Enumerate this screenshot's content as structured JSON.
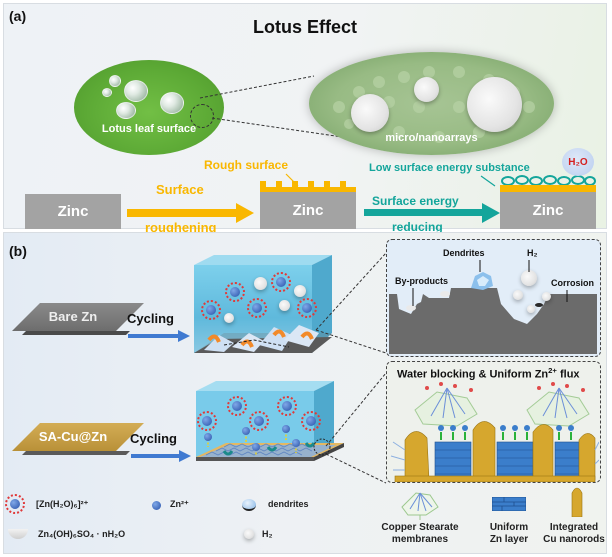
{
  "panel_a": {
    "label": "(a)",
    "title": "Lotus Effect",
    "leaf_caption": "Lotus leaf surface",
    "nano_caption": "micro/nanoarrays",
    "zinc_labels": [
      "Zinc",
      "Zinc",
      "Zinc"
    ],
    "step1": {
      "line1": "Surface",
      "line2": "roughening",
      "annotation": "Rough surface"
    },
    "step2": {
      "line1": "Surface energy",
      "line2": "reducing",
      "annotation": "Low surface energy substance"
    },
    "water_bubble": "H₂O",
    "colors": {
      "orange": "#f9b700",
      "teal": "#14a59b",
      "zinc": "#a3a3a3"
    }
  },
  "panel_b": {
    "label": "(b)",
    "bare": {
      "plate_label": "Bare Zn",
      "arrow_label": "Cycling"
    },
    "coated": {
      "plate_label": "SA-Cu@Zn",
      "arrow_label": "Cycling"
    },
    "inset_top": {
      "dendrites": "Dendrites",
      "h2": "H₂",
      "byproducts": "By-products",
      "corrosion": "Corrosion"
    },
    "inset_bottom": {
      "title_prefix": "Water blocking & Uniform Zn",
      "title_sup": "2+",
      "title_suffix": " flux"
    },
    "legend": {
      "hydrated_ion": "[Zn(H₂O)₆]²⁺",
      "zn_ion": "Zn²⁺",
      "dendrites": "dendrites",
      "byproduct": "Zn₄(OH)₆SO₄ · nH₂O",
      "h2": "H₂",
      "membrane": "Copper Stearate membranes",
      "membrane_l1": "Copper Stearate",
      "membrane_l2": "membranes",
      "zn_layer_l1": "Uniform",
      "zn_layer_l2": "Zn layer",
      "nanorods_l1": "Integrated",
      "nanorods_l2": "Cu nanorods"
    }
  }
}
